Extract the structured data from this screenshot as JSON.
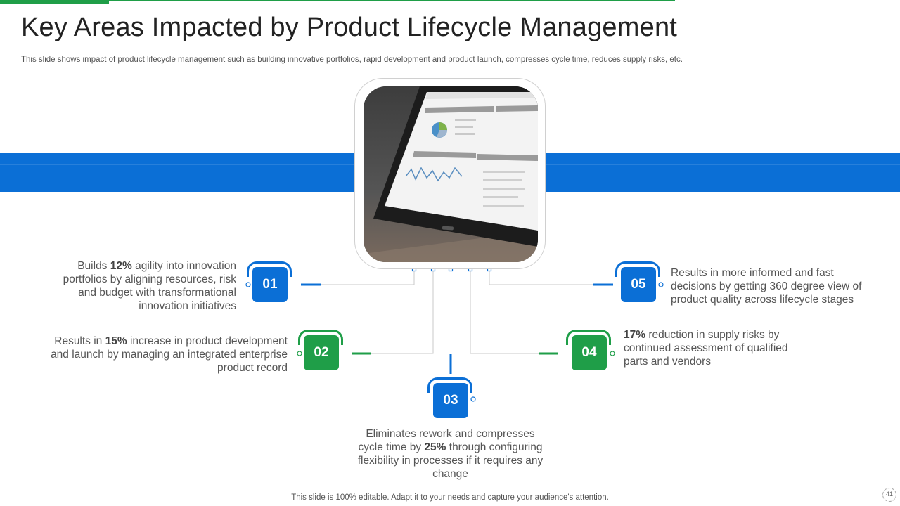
{
  "slide": {
    "title": "Key Areas Impacted by Product Lifecycle Management",
    "subtitle": "This slide shows impact of product lifecycle management such as building innovative portfolios, rapid development and product launch, compresses cycle time, reduces supply risks, etc.",
    "footer": "This slide is 100% editable. Adapt it to your needs and capture your audience's attention.",
    "page_number": "41"
  },
  "colors": {
    "blue": "#0b6fd6",
    "green": "#1f9e48"
  },
  "items": [
    {
      "number": "01",
      "color": "blue",
      "pre": "Builds ",
      "highlight": "12%",
      "post": " agility into innovation portfolios by aligning resources, risk and budget with transformational innovation initiatives"
    },
    {
      "number": "02",
      "color": "green",
      "pre": "Results  in ",
      "highlight": "15%",
      "post": " increase in product development and launch by managing an integrated enterprise product record"
    },
    {
      "number": "03",
      "color": "blue",
      "pre": "Eliminates rework and compresses cycle time by ",
      "highlight": "25%",
      "post": " through configuring flexibility  in processes if it requires any change"
    },
    {
      "number": "04",
      "color": "green",
      "pre": "",
      "highlight": "17%",
      "post": " reduction in supply risks by continued assessment of qualified parts and vendors"
    },
    {
      "number": "05",
      "color": "blue",
      "pre": "Results  in more informed and fast decisions by getting 360 degree view of product quality across lifecycle stages",
      "highlight": "",
      "post": ""
    }
  ]
}
